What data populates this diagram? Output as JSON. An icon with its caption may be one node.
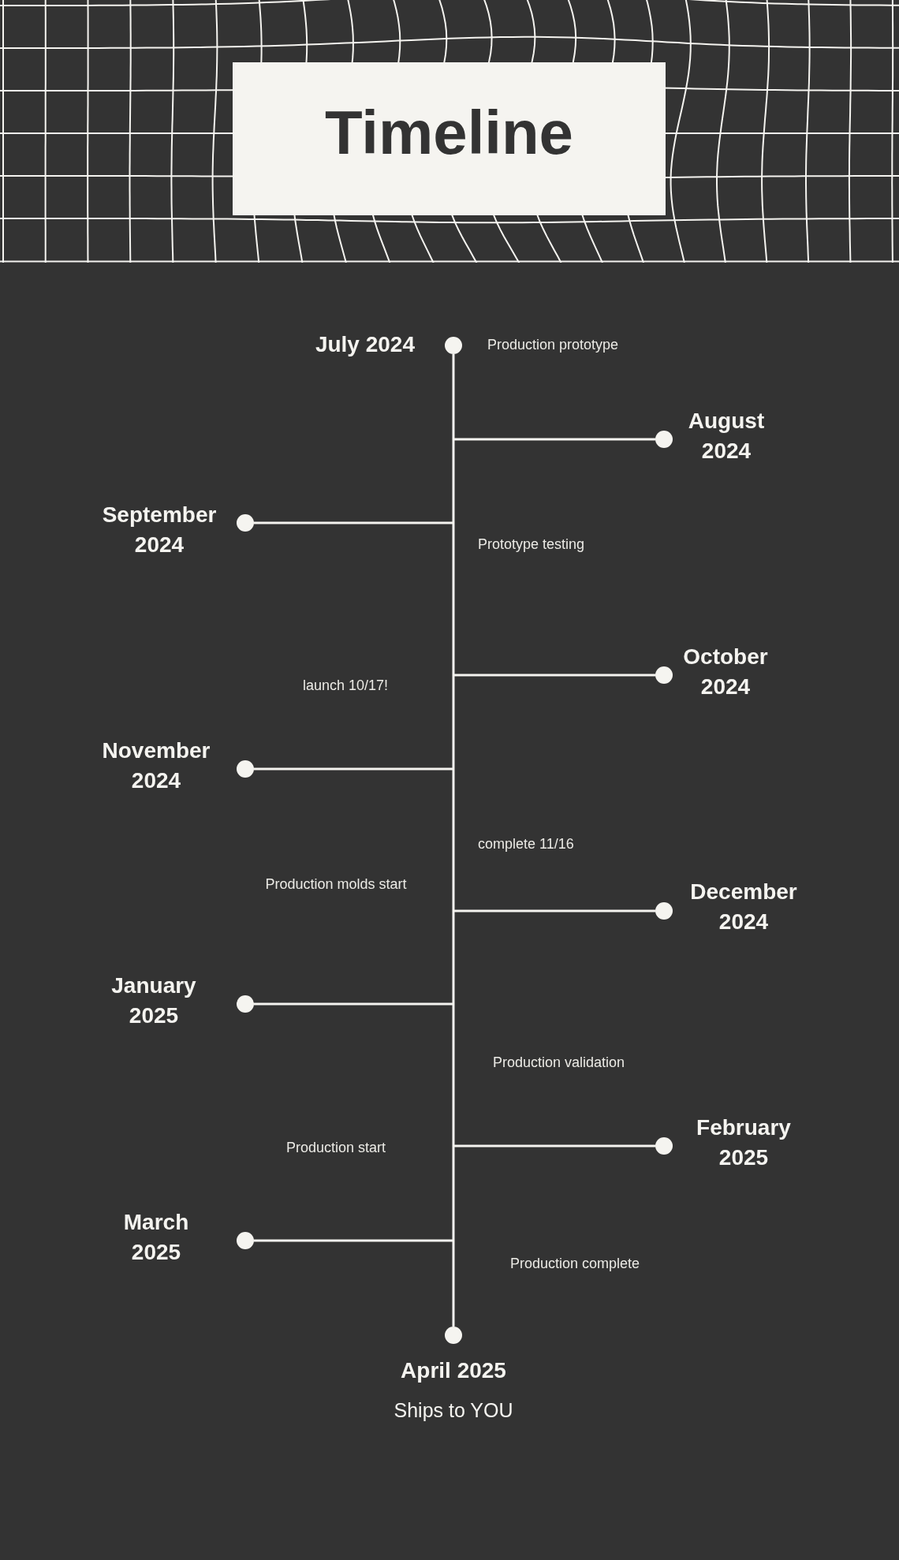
{
  "diagram": {
    "title": "Timeline",
    "nodes": [
      {
        "text": [],
        "shape": "circle",
        "beside": [
          "July 2024"
        ]
      },
      {
        "text": [],
        "shape": "circle",
        "beside": [
          "August 2024"
        ]
      },
      {
        "text": [],
        "shape": "circle",
        "beside": [
          "September 2024"
        ]
      },
      {
        "text": [],
        "shape": "circle",
        "beside": [
          "October 2024"
        ]
      },
      {
        "text": [],
        "shape": "circle",
        "beside": [
          "November 2024"
        ]
      },
      {
        "text": [],
        "shape": "circle",
        "beside": [
          "December 2024"
        ]
      },
      {
        "text": [],
        "shape": "circle",
        "beside": [
          "January 2025"
        ]
      },
      {
        "text": [],
        "shape": "circle",
        "beside": [
          "February 2025"
        ]
      },
      {
        "text": [],
        "shape": "circle",
        "beside": [
          "March 2025"
        ]
      },
      {
        "text": [],
        "shape": "circle",
        "beside": [
          "April 2025",
          "Ships to YOU"
        ]
      }
    ],
    "edges": [
      {
        "from": 0,
        "to": 9,
        "arrow": "none"
      },
      {
        "from": null,
        "to": 1,
        "arrow": "none"
      },
      {
        "from": null,
        "to": 2,
        "arrow": "none"
      },
      {
        "from": null,
        "to": 3,
        "arrow": "none"
      },
      {
        "from": null,
        "to": 4,
        "arrow": "none"
      },
      {
        "from": null,
        "to": 5,
        "arrow": "none"
      },
      {
        "from": null,
        "to": 6,
        "arrow": "none"
      },
      {
        "from": null,
        "to": 7,
        "arrow": "none"
      },
      {
        "from": null,
        "to": 8,
        "arrow": "none"
      }
    ],
    "labels": [
      "Production prototype",
      "Prototype testing",
      "launch 10/17!",
      "complete 11/16",
      "Production molds start",
      "Production validation",
      "Production start",
      "Production complete"
    ]
  }
}
